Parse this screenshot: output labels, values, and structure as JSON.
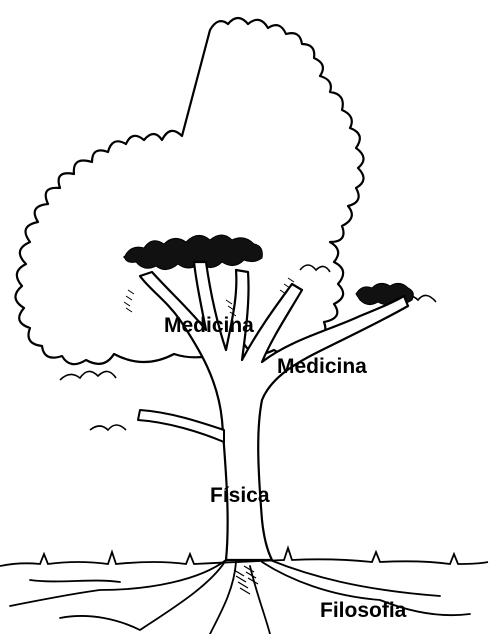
{
  "labels": {
    "branch_left": "Medicina",
    "branch_right": "Medicina",
    "trunk": "Física",
    "roots": "Filosofia"
  },
  "colors": {
    "ink": "#000000",
    "background": "#ffffff"
  }
}
